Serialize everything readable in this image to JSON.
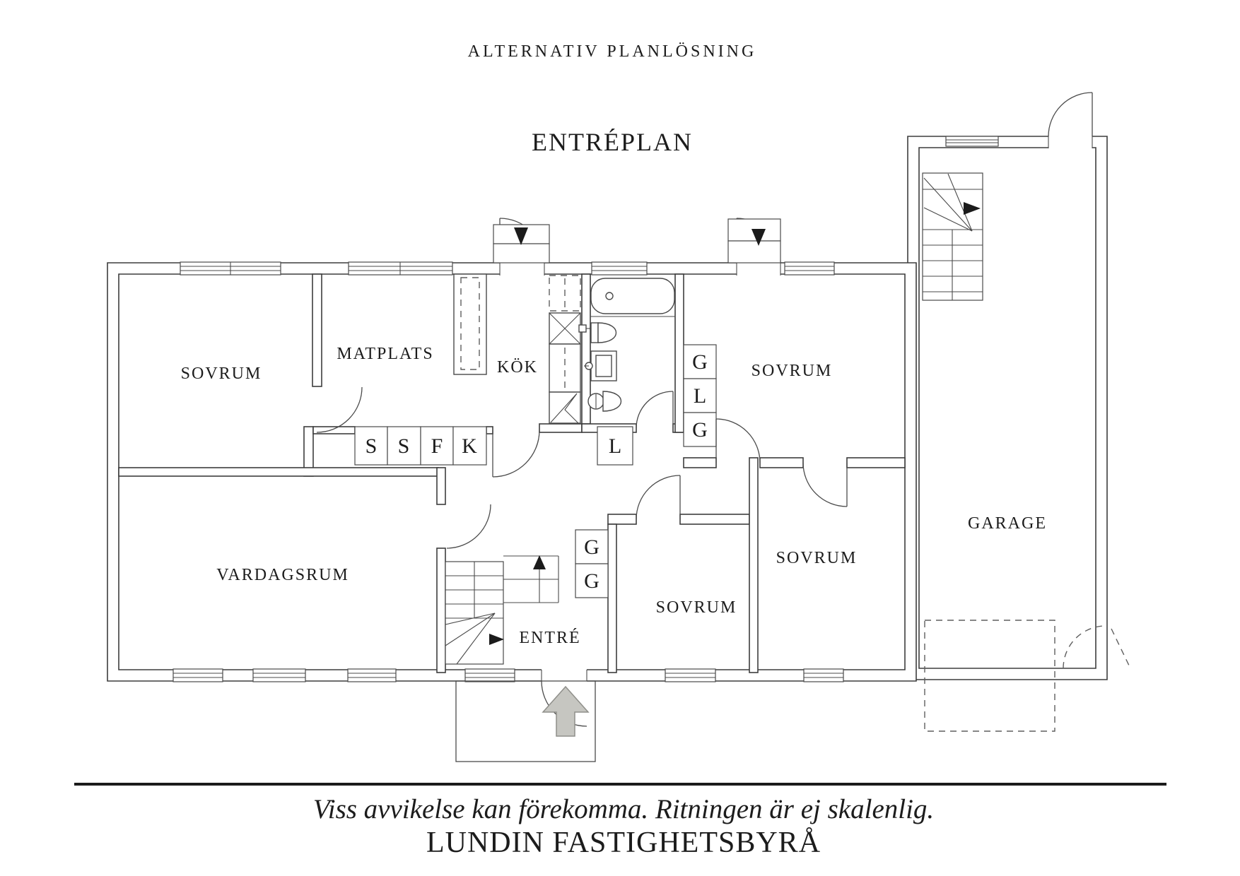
{
  "header": {
    "title": "ALTERNATIV PLANLÖSNING",
    "plan_name": "ENTRÉPLAN"
  },
  "rooms": {
    "bedroom_top_left": "SOVRUM",
    "dining_room": "MATPLATS",
    "kitchen": "KÖK",
    "bedroom_top_right": "SOVRUM",
    "living_room": "VARDAGSRUM",
    "bedroom_bottom_middle": "SOVRUM",
    "bedroom_bottom_right": "SOVRUM",
    "entry": "ENTRÉ",
    "garage": "GARAGE"
  },
  "closets": {
    "s1": "S",
    "s2": "S",
    "f1": "F",
    "k1": "K",
    "g_col_top": "G",
    "l_col_mid": "L",
    "g_col_bottom": "G",
    "l_hall": "L",
    "g_entry_top": "G",
    "g_entry_bottom": "G"
  },
  "footer": {
    "disclaimer": "Viss avvikelse kan förekomma. Ritningen är ej skalenlig.",
    "agency": "LUNDIN FASTIGHETSBYRÅ"
  },
  "colors": {
    "wall_line": "#3d3d3d",
    "text": "#1c1c1c",
    "entrance_arrow_fill": "#c6c6c1",
    "entrance_arrow_outline": "#8f8f8a"
  }
}
